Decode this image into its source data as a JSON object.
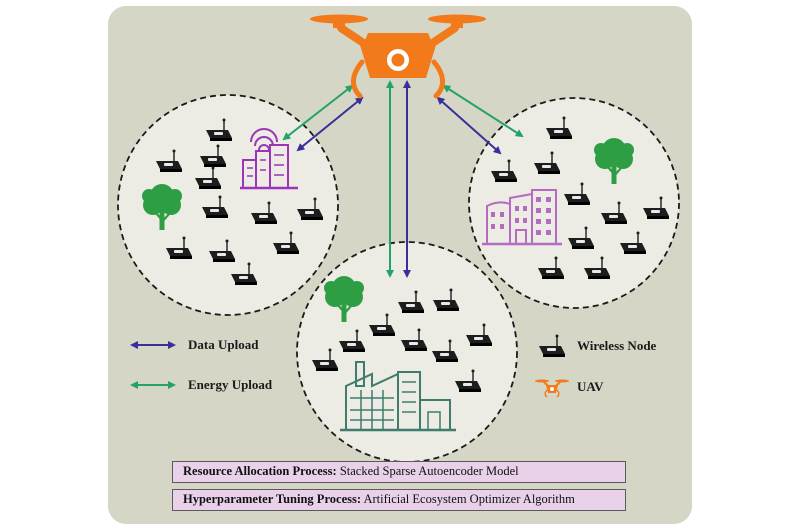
{
  "legend": {
    "data_upload": "Data Upload",
    "energy_upload": "Energy Upload",
    "wireless_node": "Wireless Node",
    "uav": "UAV"
  },
  "process_boxes": [
    {
      "title": "Resource Allocation Process:",
      "detail": "Stacked Sparse Autoencoder Model"
    },
    {
      "title": "Hyperparameter Tuning Process:",
      "detail": "Artificial Ecosystem Optimizer Algorithm"
    }
  ],
  "colors": {
    "panel_background": "#d5d6c6",
    "circle_fill": "#ecebe4",
    "uav_orange": "#f27a1a",
    "data_arrow_purple": "#3a2f9a",
    "energy_arrow_green": "#22a36a",
    "tree_green": "#2e9e44",
    "tower_purple": "#9b34b8",
    "apartment_pink": "#b46cc0",
    "factory_teal": "#3e7c6e",
    "node_black": "#1d1d1d",
    "box_fill": "#e9d1ea"
  },
  "icons": [
    "drone-icon",
    "wireless-node-icon",
    "tree-icon",
    "smart-tower-icon",
    "apartment-icon",
    "factory-icon"
  ]
}
